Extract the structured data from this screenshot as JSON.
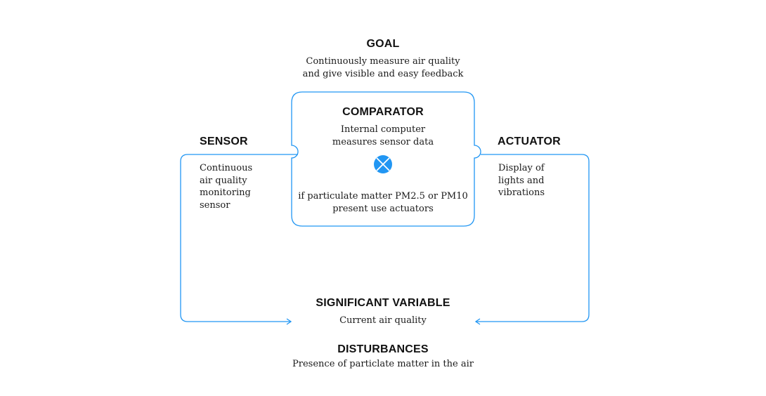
{
  "goal": {
    "title": "GOAL",
    "text": "Continuously measure air quality\nand give visible and easy feedback"
  },
  "comparator": {
    "title": "COMPARATOR",
    "text": "Internal computer\nmeasures sensor data",
    "condition": "if particulate matter PM2.5 or PM10\npresent use actuators",
    "icon": "comparator-x-circle-icon"
  },
  "sensor": {
    "title": "SENSOR",
    "text": "Continuous\nair quality\nmonitoring\nsensor"
  },
  "actuator": {
    "title": "ACTUATOR",
    "text": "Display of\nlights and\nvibrations"
  },
  "significant_variable": {
    "title": "SIGNIFICANT VARIABLE",
    "text": "Current air quality"
  },
  "disturbances": {
    "title": "DISTURBANCES",
    "text": "Presence of particlate matter in the air"
  },
  "colors": {
    "accent": "#2196f3",
    "text": "#111111"
  }
}
